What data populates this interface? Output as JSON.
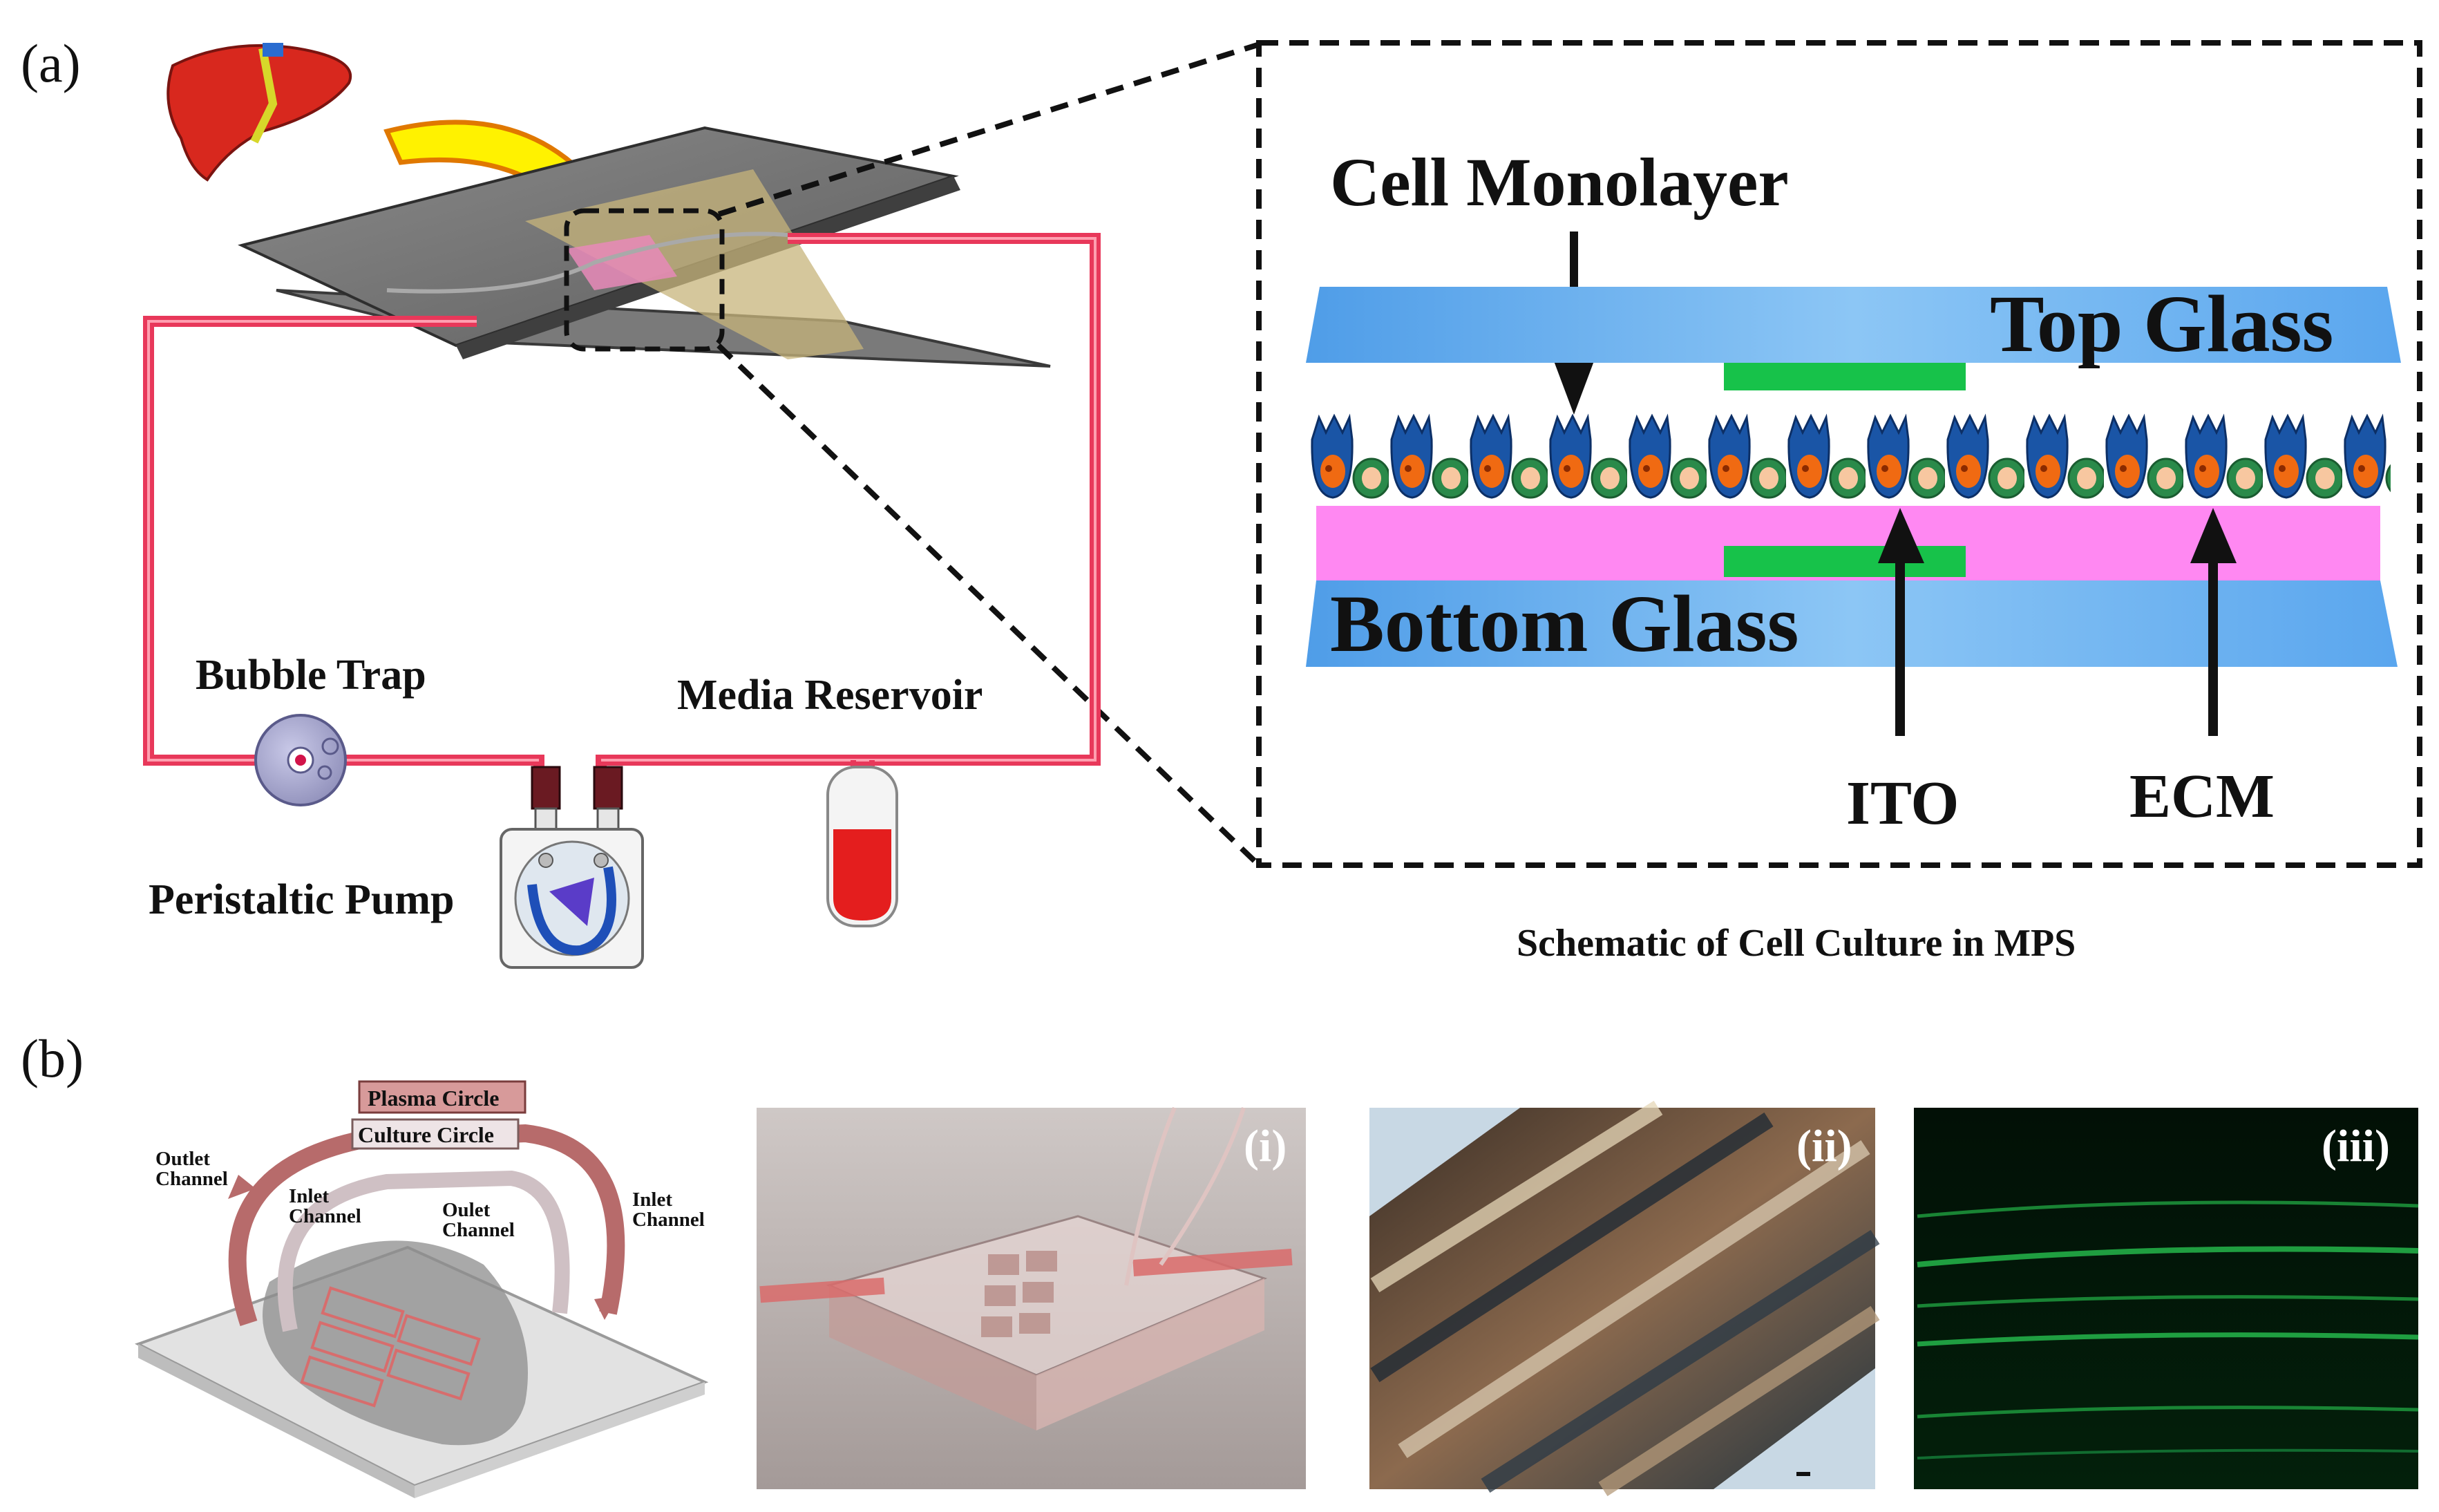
{
  "panel_a": {
    "label": "(a)",
    "labels": {
      "bubble_trap": "Bubble Trap",
      "media_reservoir": "Media Reservoir",
      "peristaltic_pump": "Peristaltic Pump"
    },
    "inset": {
      "cell_monolayer": "Cell Monolayer",
      "top_glass": "Top Glass",
      "bottom_glass": "Bottom Glass",
      "ito": "ITO",
      "ecm": "ECM",
      "caption": "Schematic of Cell Culture in MPS"
    },
    "colors": {
      "tubing": "#e8385a",
      "glass": "#6aaef0",
      "ecm": "#ff88f2",
      "ito": "#17c24a",
      "arrow": "#ffee00"
    }
  },
  "panel_b": {
    "label": "(b)",
    "diagram": {
      "plasma_circle": "Plasma Circle",
      "culture_circle": "Culture Circle",
      "outlet_channel_left": "Outlet\nChannel",
      "inlet_channel_left": "Inlet\nChannel",
      "outlet_channel_right": "Oulet\nChannel",
      "inlet_channel_right": "Inlet\nChannel"
    },
    "photos": {
      "i": "(i)",
      "ii": "(ii)",
      "iii": "(iii)"
    }
  }
}
